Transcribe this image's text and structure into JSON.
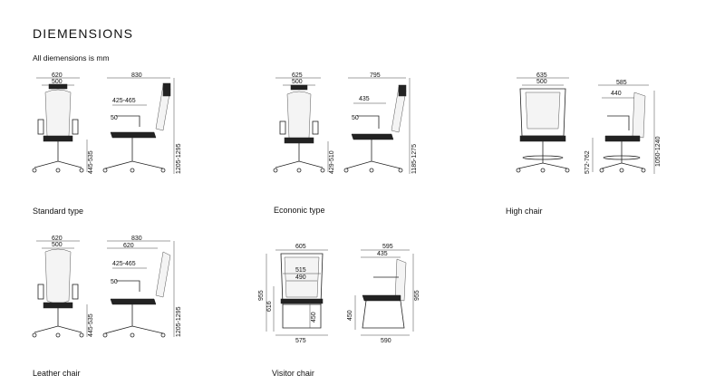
{
  "header": {
    "title": "DIEMENSIONS",
    "subtitle": "All diemensions is mm"
  },
  "chairs": [
    {
      "caption": "Standard type",
      "front": {
        "width_total": "620",
        "width_back": "500",
        "seat_height": "445-535"
      },
      "side": {
        "depth": "830",
        "arm_range": "425-465",
        "arm_adj": "50",
        "height": "1205-1295"
      }
    },
    {
      "caption": "Econonic type",
      "front": {
        "width_total": "625",
        "width_back": "500",
        "seat_height": "429-510"
      },
      "side": {
        "depth": "795",
        "arm_range": "435",
        "arm_adj": "50",
        "height": "1185-1275"
      }
    },
    {
      "caption": "High chair",
      "front": {
        "width_total": "635",
        "width_back": "500",
        "seat_height": "572-762"
      },
      "side": {
        "depth": "585",
        "arm_range": "440",
        "height": "1050-1240"
      }
    },
    {
      "caption": "Leather chair",
      "front": {
        "width_total": "620",
        "width_back": "500",
        "seat_height": "445-535"
      },
      "side": {
        "depth": "830",
        "depth_inner": "620",
        "arm_range": "425-465",
        "arm_adj": "50",
        "height": "1205-1295"
      }
    },
    {
      "caption": "Visitor chair",
      "front": {
        "width_top": "605",
        "width_seat": "515",
        "width_inner": "490",
        "height_total": "955",
        "seat_height_left": "616",
        "seat_height_mid": "450",
        "width_bottom": "575"
      },
      "side": {
        "depth_top": "595",
        "depth_inner": "435",
        "height": "955",
        "seat_height": "450",
        "depth_bottom": "590"
      }
    }
  ]
}
